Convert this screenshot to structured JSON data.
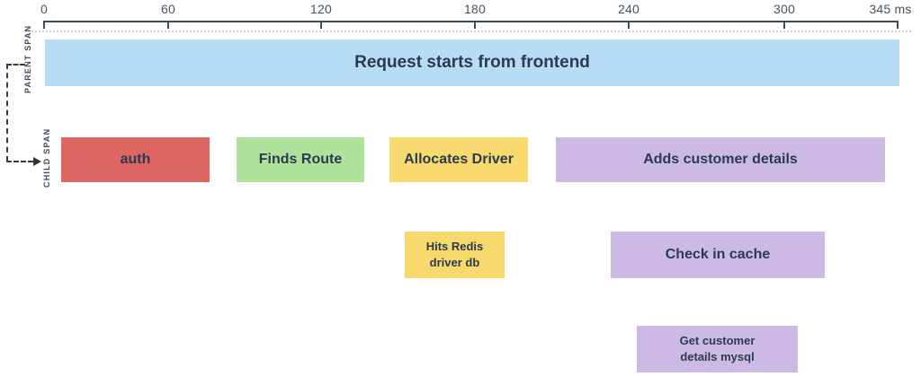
{
  "axis": {
    "unit": "ms",
    "tick_labels": [
      "0",
      "60",
      "120",
      "180",
      "240",
      "300",
      "345 ms"
    ],
    "range_ms": [
      0,
      345
    ]
  },
  "row_labels": {
    "parent": "PARENT SPAN",
    "child": "CHILD SPAN"
  },
  "rows": [
    {
      "name": "parent-span-row",
      "bars": [
        {
          "label": "Request starts from frontend",
          "color": "#b7ddf5"
        }
      ]
    },
    {
      "name": "child-span-row",
      "bars": [
        {
          "label": "auth",
          "color": "#dd6663"
        },
        {
          "label": "Finds Route",
          "color": "#afe29a"
        },
        {
          "label": "Allocates Driver",
          "color": "#f8d96d"
        },
        {
          "label": "Adds customer details",
          "color": "#ccb9e4"
        }
      ]
    },
    {
      "name": "nested-span-row",
      "bars": [
        {
          "label": "Hits Redis\ndriver db",
          "color": "#f8d96d"
        },
        {
          "label": "Check in cache",
          "color": "#ccb9e4"
        }
      ]
    },
    {
      "name": "nested-span-row-2",
      "bars": [
        {
          "label": "Get customer\ndetails mysql",
          "color": "#ccb9e4"
        }
      ]
    }
  ],
  "colors": {
    "parent_blue": "#b7ddf5",
    "auth_red": "#dd6663",
    "route_green": "#afe29a",
    "driver_yellow": "#f8d96d",
    "details_purple": "#ccb9e4",
    "text_navy": "#2b3a4f",
    "axis_dark": "#3d4a57"
  },
  "chart_data": {
    "type": "bar",
    "variant": "gantt-trace-timeline",
    "title": "",
    "xlabel": "ms",
    "xlim": [
      0,
      345
    ],
    "x_ticks": [
      0,
      60,
      120,
      180,
      240,
      300,
      345
    ],
    "grid": false,
    "series": [
      {
        "name": "Request starts from frontend",
        "level": "parent",
        "start_ms": 0,
        "end_ms": 345
      },
      {
        "name": "auth",
        "level": "child",
        "start_ms": 8,
        "end_ms": 76
      },
      {
        "name": "Finds Route",
        "level": "child",
        "start_ms": 87,
        "end_ms": 137
      },
      {
        "name": "Allocates Driver",
        "level": "child",
        "start_ms": 147,
        "end_ms": 201
      },
      {
        "name": "Adds customer details",
        "level": "child",
        "start_ms": 212,
        "end_ms": 340
      },
      {
        "name": "Hits Redis driver db",
        "level": "nested",
        "start_ms": 153,
        "end_ms": 192
      },
      {
        "name": "Check in cache",
        "level": "nested",
        "start_ms": 233,
        "end_ms": 316
      },
      {
        "name": "Get customer details mysql",
        "level": "nested2",
        "start_ms": 243,
        "end_ms": 305
      }
    ]
  }
}
